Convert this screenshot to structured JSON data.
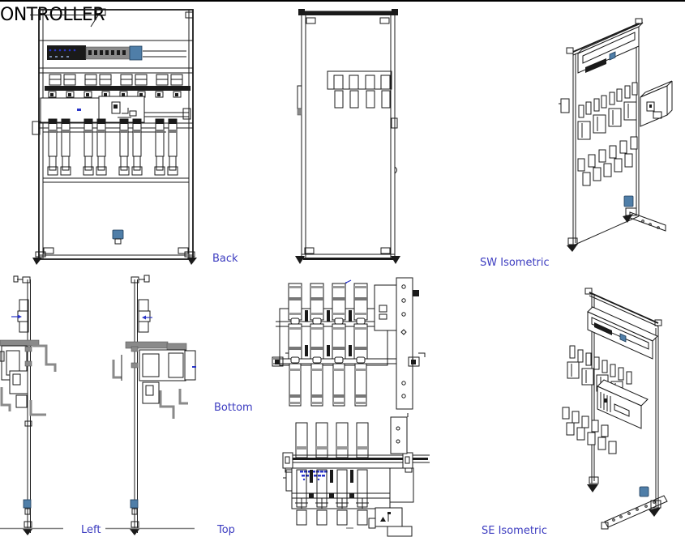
{
  "title": "ONTROLLER",
  "view_labels": {
    "back": "Back",
    "sw_isometric": "SW Isometric",
    "left": "Left",
    "bottom": "Bottom",
    "top": "Top",
    "se_isometric": "SE Isometric"
  },
  "colors": {
    "line": "#1a1a1a",
    "label_text": "#3c3cc0",
    "accent_blue": "#4f7ea8",
    "indicator_blue": "#2a35c8",
    "gray_fill": "#8a8a8a",
    "background": "#ffffff"
  }
}
